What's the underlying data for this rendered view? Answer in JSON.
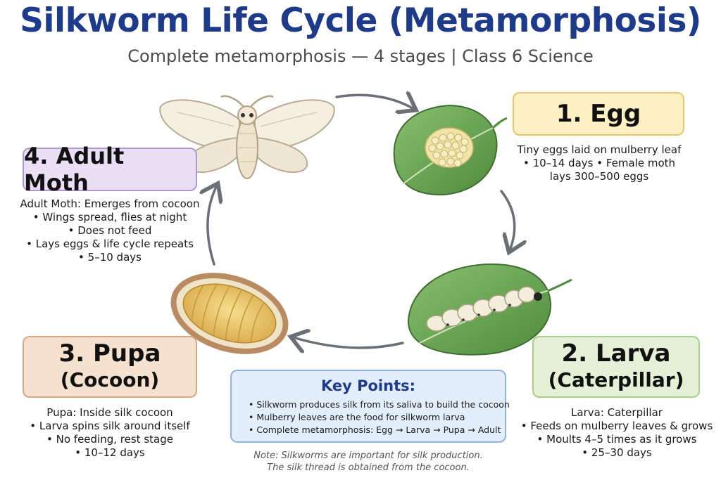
{
  "title": "Silkworm Life Cycle (Metamorphosis)",
  "subtitle": "Complete metamorphosis — 4 stages | Class 6 Science",
  "stages": {
    "egg": {
      "label": "1. Egg",
      "lines": [
        "Tiny eggs laid on mulberry leaf",
        "• 10–14 days • Female moth",
        "lays 300–500 eggs"
      ]
    },
    "larva": {
      "label": "2. Larva",
      "sublabel": "(Caterpillar)",
      "lines": [
        "Larva: Caterpillar",
        "• Feeds on mulberry leaves & grows",
        "• Moults 4–5 times as it grows",
        "• 25–30 days"
      ]
    },
    "pupa": {
      "label": "3. Pupa",
      "sublabel": "(Cocoon)",
      "lines": [
        "Pupa: Inside silk cocoon",
        "• Larva spins silk around itself",
        "• No feeding, rest stage",
        "• 10–12 days"
      ]
    },
    "adult": {
      "label": "4. Adult Moth",
      "lines": [
        "Adult Moth: Emerges from cocoon",
        "• Wings spread, flies at night",
        "• Does not feed",
        "• Lays eggs & life cycle repeats",
        "• 5–10 days"
      ]
    }
  },
  "key_points": {
    "title": "Key Points:",
    "items": [
      "• Silkworm produces silk from its saliva to build the cocoon",
      "• Mulberry leaves are the food for silkworm larva",
      "• Complete metamorphosis: Egg → Larva → Pupa → Adult"
    ]
  },
  "note": [
    "Note: Silkworms are important for silk production.",
    "The silk thread is obtained from the cocoon."
  ],
  "colors": {
    "title": "#1e3a8a",
    "egg": "#fdf0c2",
    "larva": "#e4f1d6",
    "pupa": "#f6e1cf",
    "adult": "#ebdff5",
    "key_box": "#e2eefb",
    "arrow": "#6b6f78"
  },
  "icons": [
    "moth-illustration",
    "egg-leaf-illustration",
    "larva-leaf-illustration",
    "cocoon-illustration",
    "cycle-arrow-icon"
  ]
}
